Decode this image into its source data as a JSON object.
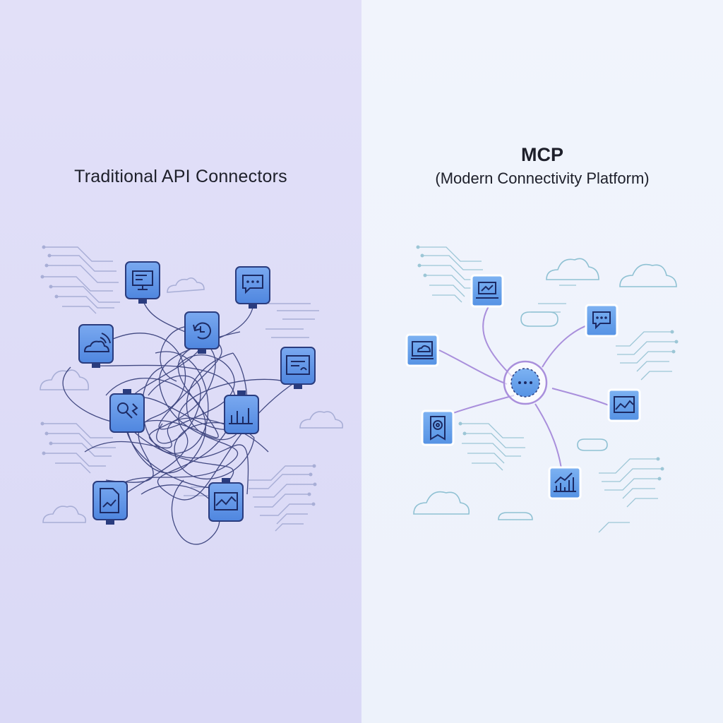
{
  "left_panel": {
    "title": "Traditional API Connectors",
    "connectors": [
      {
        "id": "monitor-chat",
        "icon": "monitor-icon"
      },
      {
        "id": "chat-bubble",
        "icon": "chat-bubble-icon"
      },
      {
        "id": "cloud-signal",
        "icon": "cloud-signal-icon"
      },
      {
        "id": "refresh",
        "icon": "refresh-icon"
      },
      {
        "id": "document",
        "icon": "document-icon"
      },
      {
        "id": "search-person",
        "icon": "search-person-icon"
      },
      {
        "id": "bar-chart",
        "icon": "bar-chart-icon"
      },
      {
        "id": "file-chart",
        "icon": "file-chart-icon"
      },
      {
        "id": "line-chart",
        "icon": "line-chart-icon"
      }
    ]
  },
  "right_panel": {
    "title": "MCP",
    "subtitle": "(Modern Connectivity Platform)",
    "hub": {
      "icon": "ellipsis-icon"
    },
    "nodes": [
      {
        "id": "laptop",
        "icon": "laptop-icon"
      },
      {
        "id": "chat",
        "icon": "chat-bubble-icon"
      },
      {
        "id": "monitor-cloud",
        "icon": "monitor-cloud-icon"
      },
      {
        "id": "line-chart",
        "icon": "line-chart-icon"
      },
      {
        "id": "badge",
        "icon": "badge-icon"
      },
      {
        "id": "bar-chart",
        "icon": "bar-chart-icon"
      }
    ]
  },
  "colors": {
    "left_bg": "#dcdbf6",
    "right_bg": "#eff3fb",
    "tile_fill": "#5c93e6",
    "tile_border": "#2a3c7e",
    "tangle_line": "#27306e",
    "hub_line": "#a98fdc",
    "circuit_left": "#a8aed6",
    "circuit_right": "#9cc6d6",
    "text": "#1d1f2a"
  }
}
